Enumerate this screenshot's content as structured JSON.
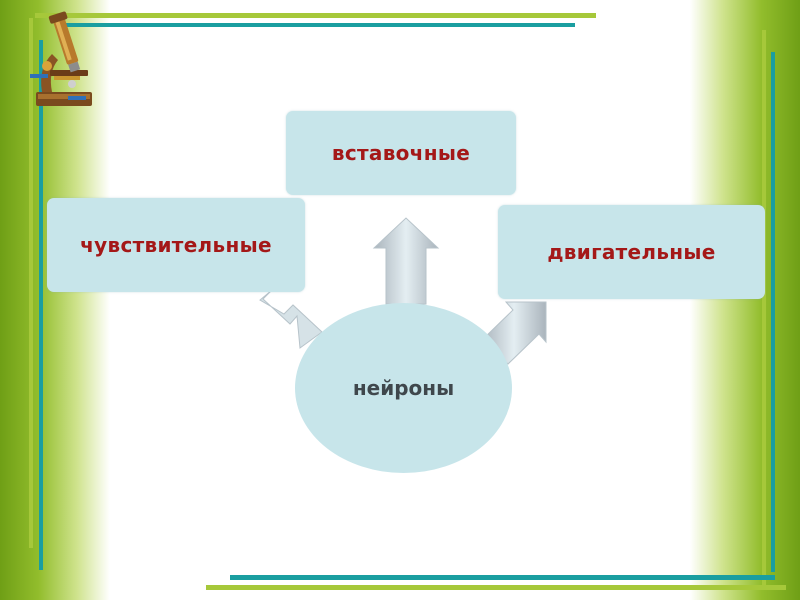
{
  "diagram": {
    "center": {
      "label": "нейроны"
    },
    "nodes": [
      {
        "id": "top",
        "label": "вставочные"
      },
      {
        "id": "left",
        "label": "чувствительные"
      },
      {
        "id": "right",
        "label": "двигательные"
      }
    ],
    "colors": {
      "box_fill": "#c7e5ea",
      "node_text": "#a41818",
      "center_text": "#3f474c",
      "frame_green": "#8fbd2b",
      "frame_teal": "#1a9ea0"
    },
    "icons": {
      "corner": "microscope-icon"
    }
  }
}
